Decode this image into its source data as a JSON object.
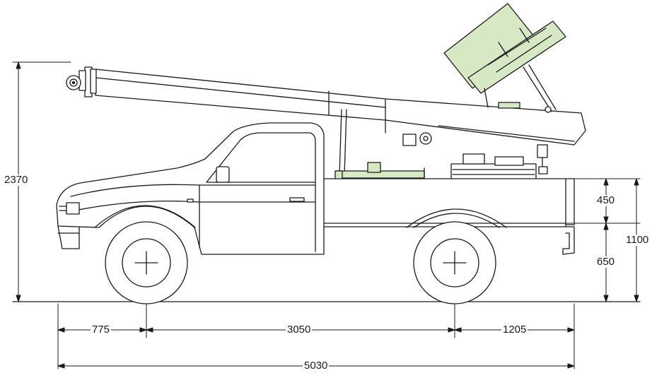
{
  "colors": {
    "line": "#1a1a1a",
    "equipment_fill": "#d6e8c4",
    "background": "#ffffff"
  },
  "dimensions": {
    "overall_height": "2370",
    "upper_platform_height": "450",
    "lower_platform_height": "650",
    "total_platform_height": "1100",
    "front_overhang": "775",
    "wheelbase": "3050",
    "rear_overhang": "1205",
    "overall_length": "5030"
  }
}
